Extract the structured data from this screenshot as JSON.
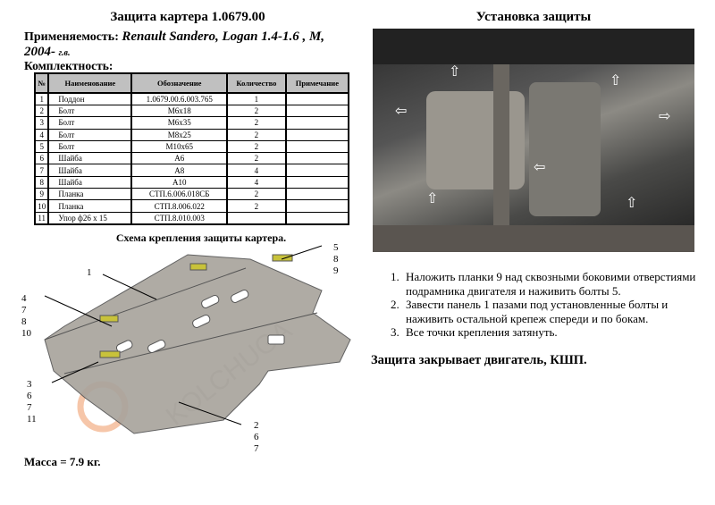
{
  "left": {
    "title": "Защита картера 1.0679.00",
    "applicability_label": "Применяемость:",
    "applicability_value": "Renault  Sandero, Logan 1.4-1.6 , M,",
    "year": "2004-",
    "year_suffix": "г.в.",
    "kit_label": "Комплектность:",
    "table": {
      "headers": [
        "№",
        "Наименование",
        "Обозначение",
        "Количество",
        "Примечание"
      ],
      "rows": [
        [
          "1",
          "Поддон",
          "1.0679.00.6.003.765",
          "1",
          ""
        ],
        [
          "2",
          "Болт",
          "М6х18",
          "2",
          ""
        ],
        [
          "3",
          "Болт",
          "М6х35",
          "2",
          ""
        ],
        [
          "4",
          "Болт",
          "М8х25",
          "2",
          ""
        ],
        [
          "5",
          "Болт",
          "М10х65",
          "2",
          ""
        ],
        [
          "6",
          "Шайба",
          "А6",
          "2",
          ""
        ],
        [
          "7",
          "Шайба",
          "А8",
          "4",
          ""
        ],
        [
          "8",
          "Шайба",
          "А10",
          "4",
          ""
        ],
        [
          "9",
          "Планка",
          "СТП.6.006.018СБ",
          "2",
          ""
        ],
        [
          "10",
          "Планка",
          "СТП.8.006.022",
          "2",
          ""
        ],
        [
          "11",
          "Упор ф26 х 15",
          "СТП.8.010.003",
          "",
          ""
        ]
      ]
    },
    "scheme_title": "Схема крепления защиты  картера.",
    "callouts": {
      "c1": "1",
      "c2": "4\n7\n8\n10",
      "c3": "3\n6\n7\n11",
      "c4": "5\n8\n9",
      "c5": "2\n6\n7"
    },
    "watermark": "KOLCHUGA",
    "mass": "Масса = 7.9 кг."
  },
  "right": {
    "title": "Установка защиты",
    "steps": [
      "Наложить планки 9 над сквозными боковими отверстиями подрамника двигателя и наживить болты 5.",
      "Завести панель 1 пазами под  установленные болты и наживить остальной крепеж спереди и по бокам.",
      "Все точки крепления затянуть."
    ],
    "note": "Защита закрывает двигатель, КШП."
  },
  "colors": {
    "plate": "#a9a49d",
    "bracket": "#c8c23a",
    "watermark": "#f0a070"
  }
}
